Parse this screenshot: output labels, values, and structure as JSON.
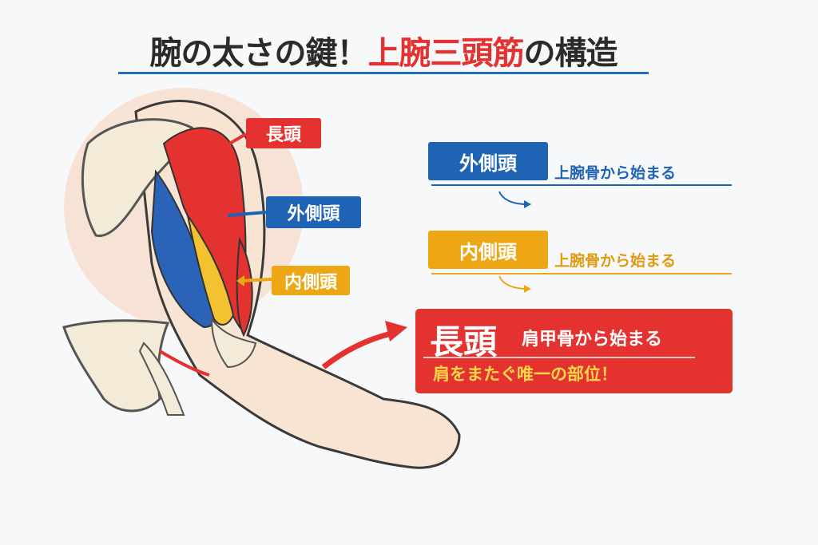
{
  "title": {
    "part1": "腕の太さの鍵！",
    "part2": "上腕三頭筋",
    "part3": "の構造"
  },
  "diagram_labels": {
    "long_head": "長頭",
    "lateral_head": "外側頭",
    "medial_head": "内側頭"
  },
  "info": {
    "lateral": {
      "label": "外側頭",
      "description": "上腕骨から始まる"
    },
    "medial": {
      "label": "内側頭",
      "description": "上腕骨から始まる"
    },
    "long": {
      "label": "長頭",
      "description": "肩甲骨から始まる",
      "note": "肩をまたぐ唯一の部位！"
    }
  },
  "colors": {
    "long_head": "#e3322f",
    "lateral_head": "#1f63b4",
    "medial_head": "#eda714",
    "title_line": "#1f6fbd"
  }
}
